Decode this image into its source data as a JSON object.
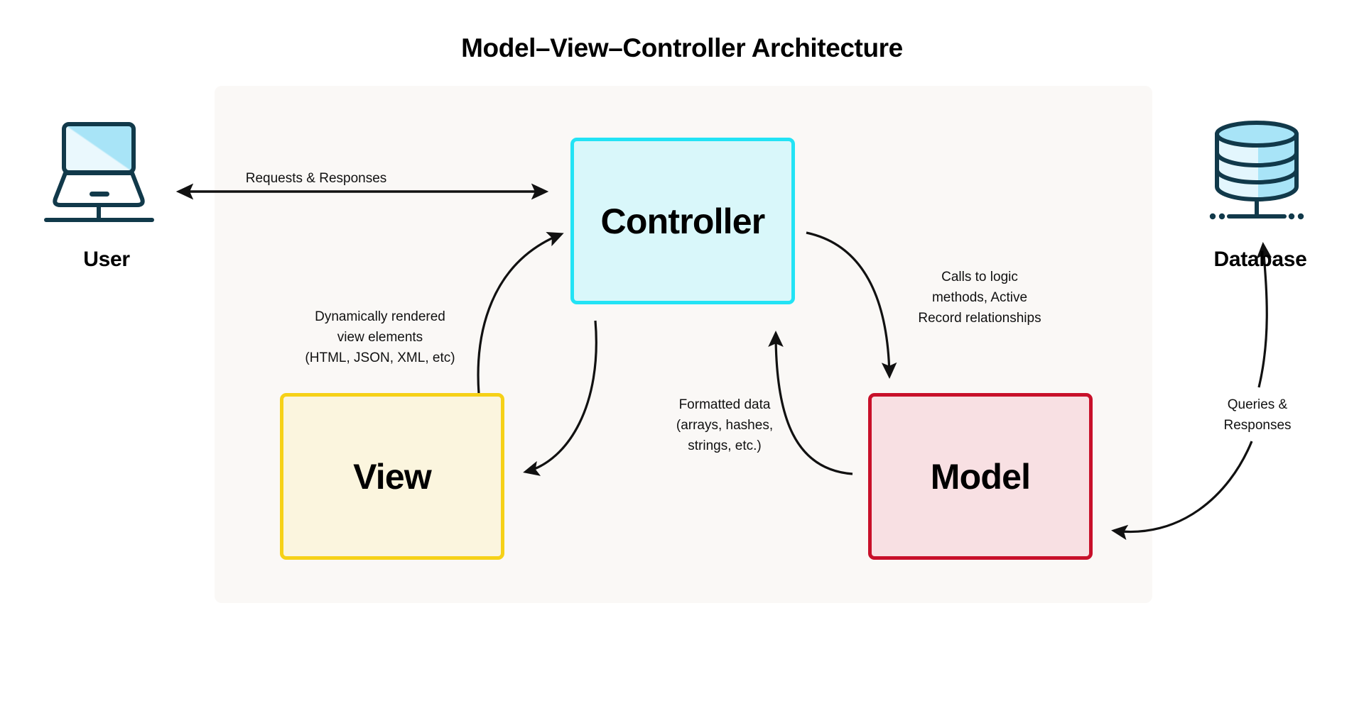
{
  "title": "Model–View–Controller Architecture",
  "colors": {
    "page_background": "#ffffff",
    "panel_background": "#faf8f6",
    "controller_border": "#22e3f5",
    "controller_fill": "#d9f7fa",
    "view_border": "#f6d117",
    "view_fill": "#fbf5de",
    "model_border": "#c8102a",
    "model_fill": "#f8e0e3",
    "icon_outline": "#11394a",
    "icon_fill_light": "#e3f6fd",
    "icon_fill_mid": "#a8e4f7",
    "arrow": "#111111",
    "text": "#000000"
  },
  "nodes": [
    {
      "id": "controller",
      "label": "Controller"
    },
    {
      "id": "view",
      "label": "View"
    },
    {
      "id": "model",
      "label": "Model"
    }
  ],
  "endpoints": [
    {
      "id": "user",
      "label": "User",
      "icon": "laptop-icon"
    },
    {
      "id": "database",
      "label": "Database",
      "icon": "database-cylinder-icon"
    }
  ],
  "edges": [
    {
      "id": "user-controller",
      "from": "user",
      "to": "controller",
      "direction": "bidirectional",
      "label": "Requests & Responses"
    },
    {
      "id": "view-controller",
      "from": "view",
      "to": "controller",
      "direction": "forward",
      "label": ""
    },
    {
      "id": "controller-view",
      "from": "controller",
      "to": "view",
      "direction": "forward",
      "label": "Dynamically  rendered\nview elements\n(HTML, JSON, XML, etc)"
    },
    {
      "id": "controller-model",
      "from": "controller",
      "to": "model",
      "direction": "forward",
      "label": "Calls to logic\nmethods, Active\nRecord relationships"
    },
    {
      "id": "model-controller",
      "from": "model",
      "to": "controller",
      "direction": "forward",
      "label": "Formatted data\n(arrays, hashes,\nstrings, etc.)"
    },
    {
      "id": "model-database",
      "from": "model",
      "to": "database",
      "direction": "bidirectional",
      "label": "Queries &\nResponses"
    }
  ],
  "edge_labels": {
    "requests_responses": "Requests & Responses",
    "dynamically_rendered": "Dynamically  rendered\nview elements\n(HTML, JSON, XML, etc)",
    "formatted_data": "Formatted data\n(arrays, hashes,\nstrings, etc.)",
    "calls_to_logic": "Calls to logic\nmethods, Active\nRecord relationships",
    "queries_responses": "Queries &\nResponses"
  }
}
